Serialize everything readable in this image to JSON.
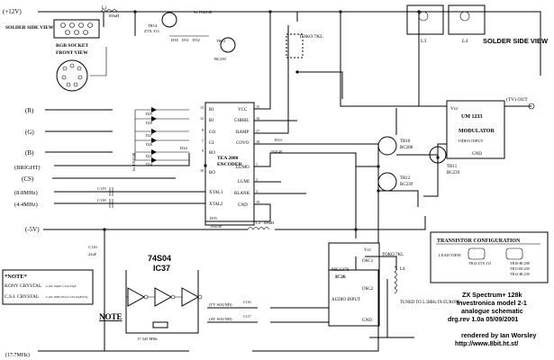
{
  "rails": {
    "plus12": "(+12V)",
    "r": "(R)",
    "g": "(G)",
    "b": "(B)",
    "bright": "(BRIGHT)",
    "cs": "(CS)",
    "f8_8": "(8.8MHz)",
    "f4_4": "(4.4MHz)",
    "minus5": "(-5V)",
    "f17_7": "(17.7MHz)"
  },
  "rgb_socket": {
    "solder_side": "SOLDER SIDE VIEW",
    "rgb_socket": "RGB SOCKET",
    "front_view": "FRONT VIEW"
  },
  "solder_side_view": "SOLDER SIDE VIEW",
  "coils": {
    "l3": "L3",
    "l4": "L4"
  },
  "toko_top": "TOKO 7KL",
  "toko_bottom": "TOKO 7KL",
  "encoder": {
    "name": "TEA 2000",
    "subname": "ENCODER",
    "left_pins": [
      "RI",
      "BI",
      "GO",
      "GI",
      "RO",
      "BO"
    ],
    "left_nums": [
      "13",
      "12",
      "8",
      "7",
      "9",
      "10"
    ],
    "right_pins": [
      "VCC",
      "CHRBL",
      "RAMP",
      "COVO",
      "LUMO",
      "LUMI",
      "BLANK",
      "GND"
    ],
    "right_nums": [
      "15",
      "16",
      "17",
      "18",
      "1",
      "2",
      "3",
      "19"
    ],
    "xtal_pins": [
      "XTAL1",
      "XTAL2"
    ]
  },
  "modulator": {
    "name": "UM 1233",
    "subname": "MODULATOR",
    "vcc": "Vcc",
    "video": "VIDEO INPUT",
    "gnd": "GND",
    "tv_out": "(TV) OUT"
  },
  "audio_ic": {
    "label": "MC1376",
    "ref": "IC26",
    "vcc": "Vcc",
    "osc1": "OSC1",
    "osc2": "OSC2",
    "audio_input": "AUDIO INPUT",
    "gnd": "GND"
  },
  "logic_ic": {
    "type": "74S04",
    "ref": "IC37"
  },
  "transistors": {
    "tr10": "TR10",
    "tr10_type": "BC208",
    "tr11": "TR11",
    "tr11_type": "BC239",
    "tr12": "TR12",
    "tr12_type": "BC239",
    "tr14": "TR14",
    "tr14_type": "ZTX 313",
    "tr13": "TR13",
    "tr13_type": "BC239"
  },
  "diodes": {
    "bank": [
      "D29",
      "D28",
      "D27",
      "D26",
      "D25",
      "D24"
    ],
    "bank_type": "6x 1N4148",
    "top_type": "3x 1N4148",
    "top": [
      "D30",
      "D31",
      "D32"
    ],
    "d33": "D33",
    "d34": "D34",
    "d35": "D35",
    "d_type": "1N4148"
  },
  "parts": {
    "l1": "L1",
    "l1_val": "100uH",
    "l2": "L2",
    "l2_val": "100uH",
    "c110": "C110",
    "c110_val": "22uF",
    "c119": "C119",
    "c118": "C118",
    "c116": "C116",
    "c117": "C117"
  },
  "audio_inputs": {
    "tv": "(TV SOUND)",
    "av": "(AV SOUND)"
  },
  "note_box": {
    "title": "*NOTE*",
    "kony": "KONY CRYSTAL",
    "kony_vals": "C120 150pF, C124 33pF",
    "csi": "C.S.I. CRYSTAL",
    "csi_vals": "C120 10nF(10%) C124 22pF(5%)"
  },
  "note_label": "NOTE",
  "crystal": "17.345 MHz",
  "tuned": "TUNED TO 5.5MHz IN EUROPE",
  "transistor_config": {
    "title": "TRANSISTOR CONFIGURATION",
    "lead_view": "LEAD VIEW",
    "ecb": "ECB",
    "tr14": "TR14-ZTX 313",
    "tr10": "TR10-BC208",
    "tr11": "TR11-BC239",
    "tr12": "TR12-BC239"
  },
  "title_block": {
    "line1": "ZX Spectrum+ 128k",
    "line2": "Investronica model 2-1",
    "line3": "analogue schematic",
    "line4": "drg.rev 1.0a  05/09/2001",
    "line5": "rendered by Ian Worsley",
    "line6": "http://www.8bit.ht.st/"
  }
}
